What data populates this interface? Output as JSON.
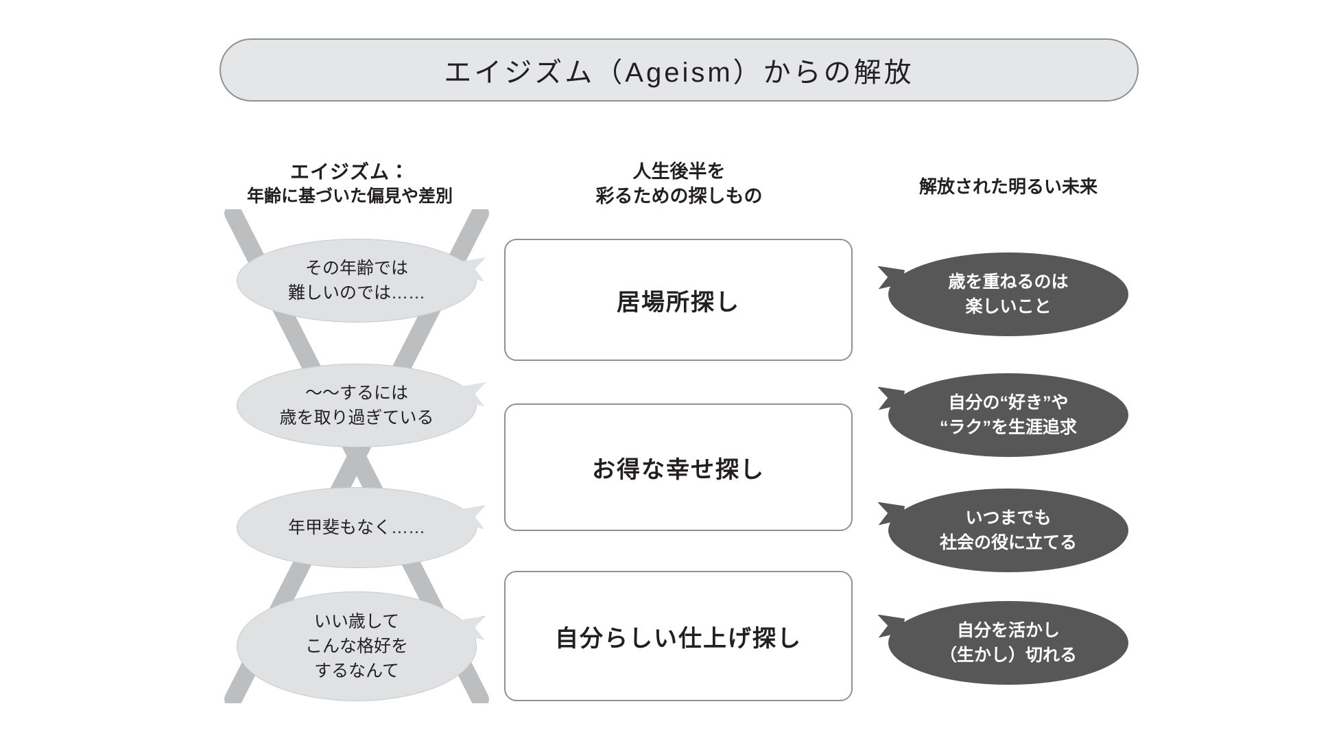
{
  "title": {
    "text": "エイジズム（Ageism）からの解放",
    "banner_bg": "#e4e6e8",
    "banner_border": "#8e9194"
  },
  "columns": {
    "left": {
      "header_line_1": "エイジズム：",
      "header_line_2": "年齢に基づいた偏見や差別",
      "cross_color": "#bcbec0",
      "bubble_bg": "#e0e1e3",
      "bubbles": [
        {
          "line_1": "その年齢では",
          "line_2": "難しいのでは……",
          "line_3": ""
        },
        {
          "line_1": "〜〜するには",
          "line_2": "歳を取り過ぎている",
          "line_3": ""
        },
        {
          "line_1": "年甲斐もなく……",
          "line_2": "",
          "line_3": ""
        },
        {
          "line_1": "いい歳して",
          "line_2": "こんな格好を",
          "line_3": "するなんて"
        }
      ]
    },
    "middle": {
      "header_line_1": "人生後半を",
      "header_line_2": "彩るための探しもの",
      "box_border": "#8e9194",
      "boxes": [
        {
          "label": "居場所探し"
        },
        {
          "label": "お得な幸せ探し"
        },
        {
          "label": "自分らしい仕上げ探し"
        }
      ]
    },
    "right": {
      "header_line_1": "解放された明るい未来",
      "header_line_2": "",
      "bubble_bg": "#585757",
      "bubble_text_color": "#ffffff",
      "bubbles": [
        {
          "line_1": "歳を重ねるのは",
          "line_2": "楽しいこと"
        },
        {
          "line_1": "自分の“好き”や",
          "line_2": "“ラク”を生涯追求"
        },
        {
          "line_1": "いつまでも",
          "line_2": "社会の役に立てる"
        },
        {
          "line_1": "自分を活かし",
          "line_2": "（生かし）切れる"
        }
      ]
    }
  }
}
